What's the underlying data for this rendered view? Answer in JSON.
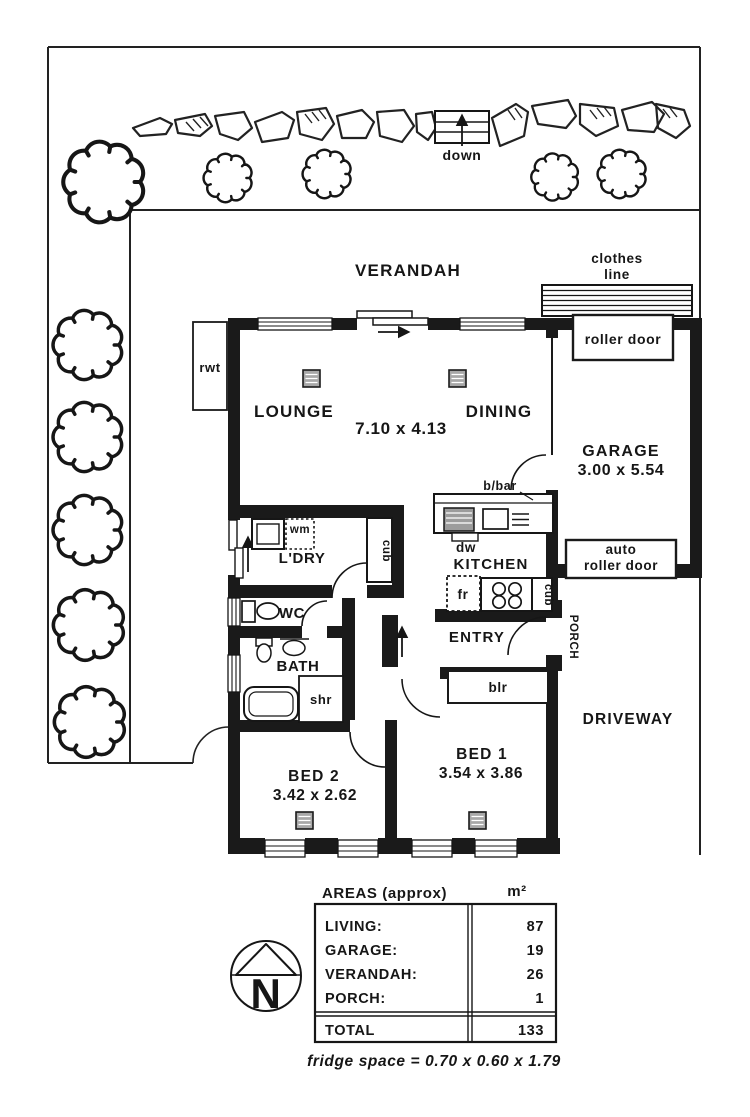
{
  "site": {
    "verandah": "VERANDAH",
    "down": "down",
    "clothes1": "clothes",
    "clothes2": "line",
    "rwt": "rwt",
    "driveway": "DRIVEWAY"
  },
  "rooms": {
    "lounge": "LOUNGE",
    "dining": "DINING",
    "living_dims": "7.10 x 4.13",
    "garage": "GARAGE",
    "garage_dims": "3.00 x 5.54",
    "kitchen": "KITCHEN",
    "laundry": "L'DRY",
    "wc": "WC",
    "bath": "BATH",
    "entry": "ENTRY",
    "porch": "PORCH",
    "bed1": "BED 1",
    "bed1_dims": "3.54 x 3.86",
    "bed2": "BED 2",
    "bed2_dims": "3.42 x 2.62"
  },
  "fixtures": {
    "roller_door": "roller door",
    "auto1": "auto",
    "auto2": "roller door",
    "bbar": "b/bar",
    "dw": "dw",
    "fr": "fr",
    "cub_k": "cub",
    "cub_l": "cub",
    "wm": "wm",
    "shr": "shr",
    "blr": "blr"
  },
  "areas_table": {
    "title": "AREAS (approx)",
    "unit": "m²",
    "rows": [
      {
        "label": "LIVING:",
        "value": "87"
      },
      {
        "label": "GARAGE:",
        "value": "19"
      },
      {
        "label": "VERANDAH:",
        "value": "26"
      },
      {
        "label": "PORCH:",
        "value": "1"
      }
    ],
    "total_label": "TOTAL",
    "total_value": "133"
  },
  "compass": {
    "north": "N"
  },
  "footnote": "fridge space = 0.70 x 0.60 x 1.79"
}
